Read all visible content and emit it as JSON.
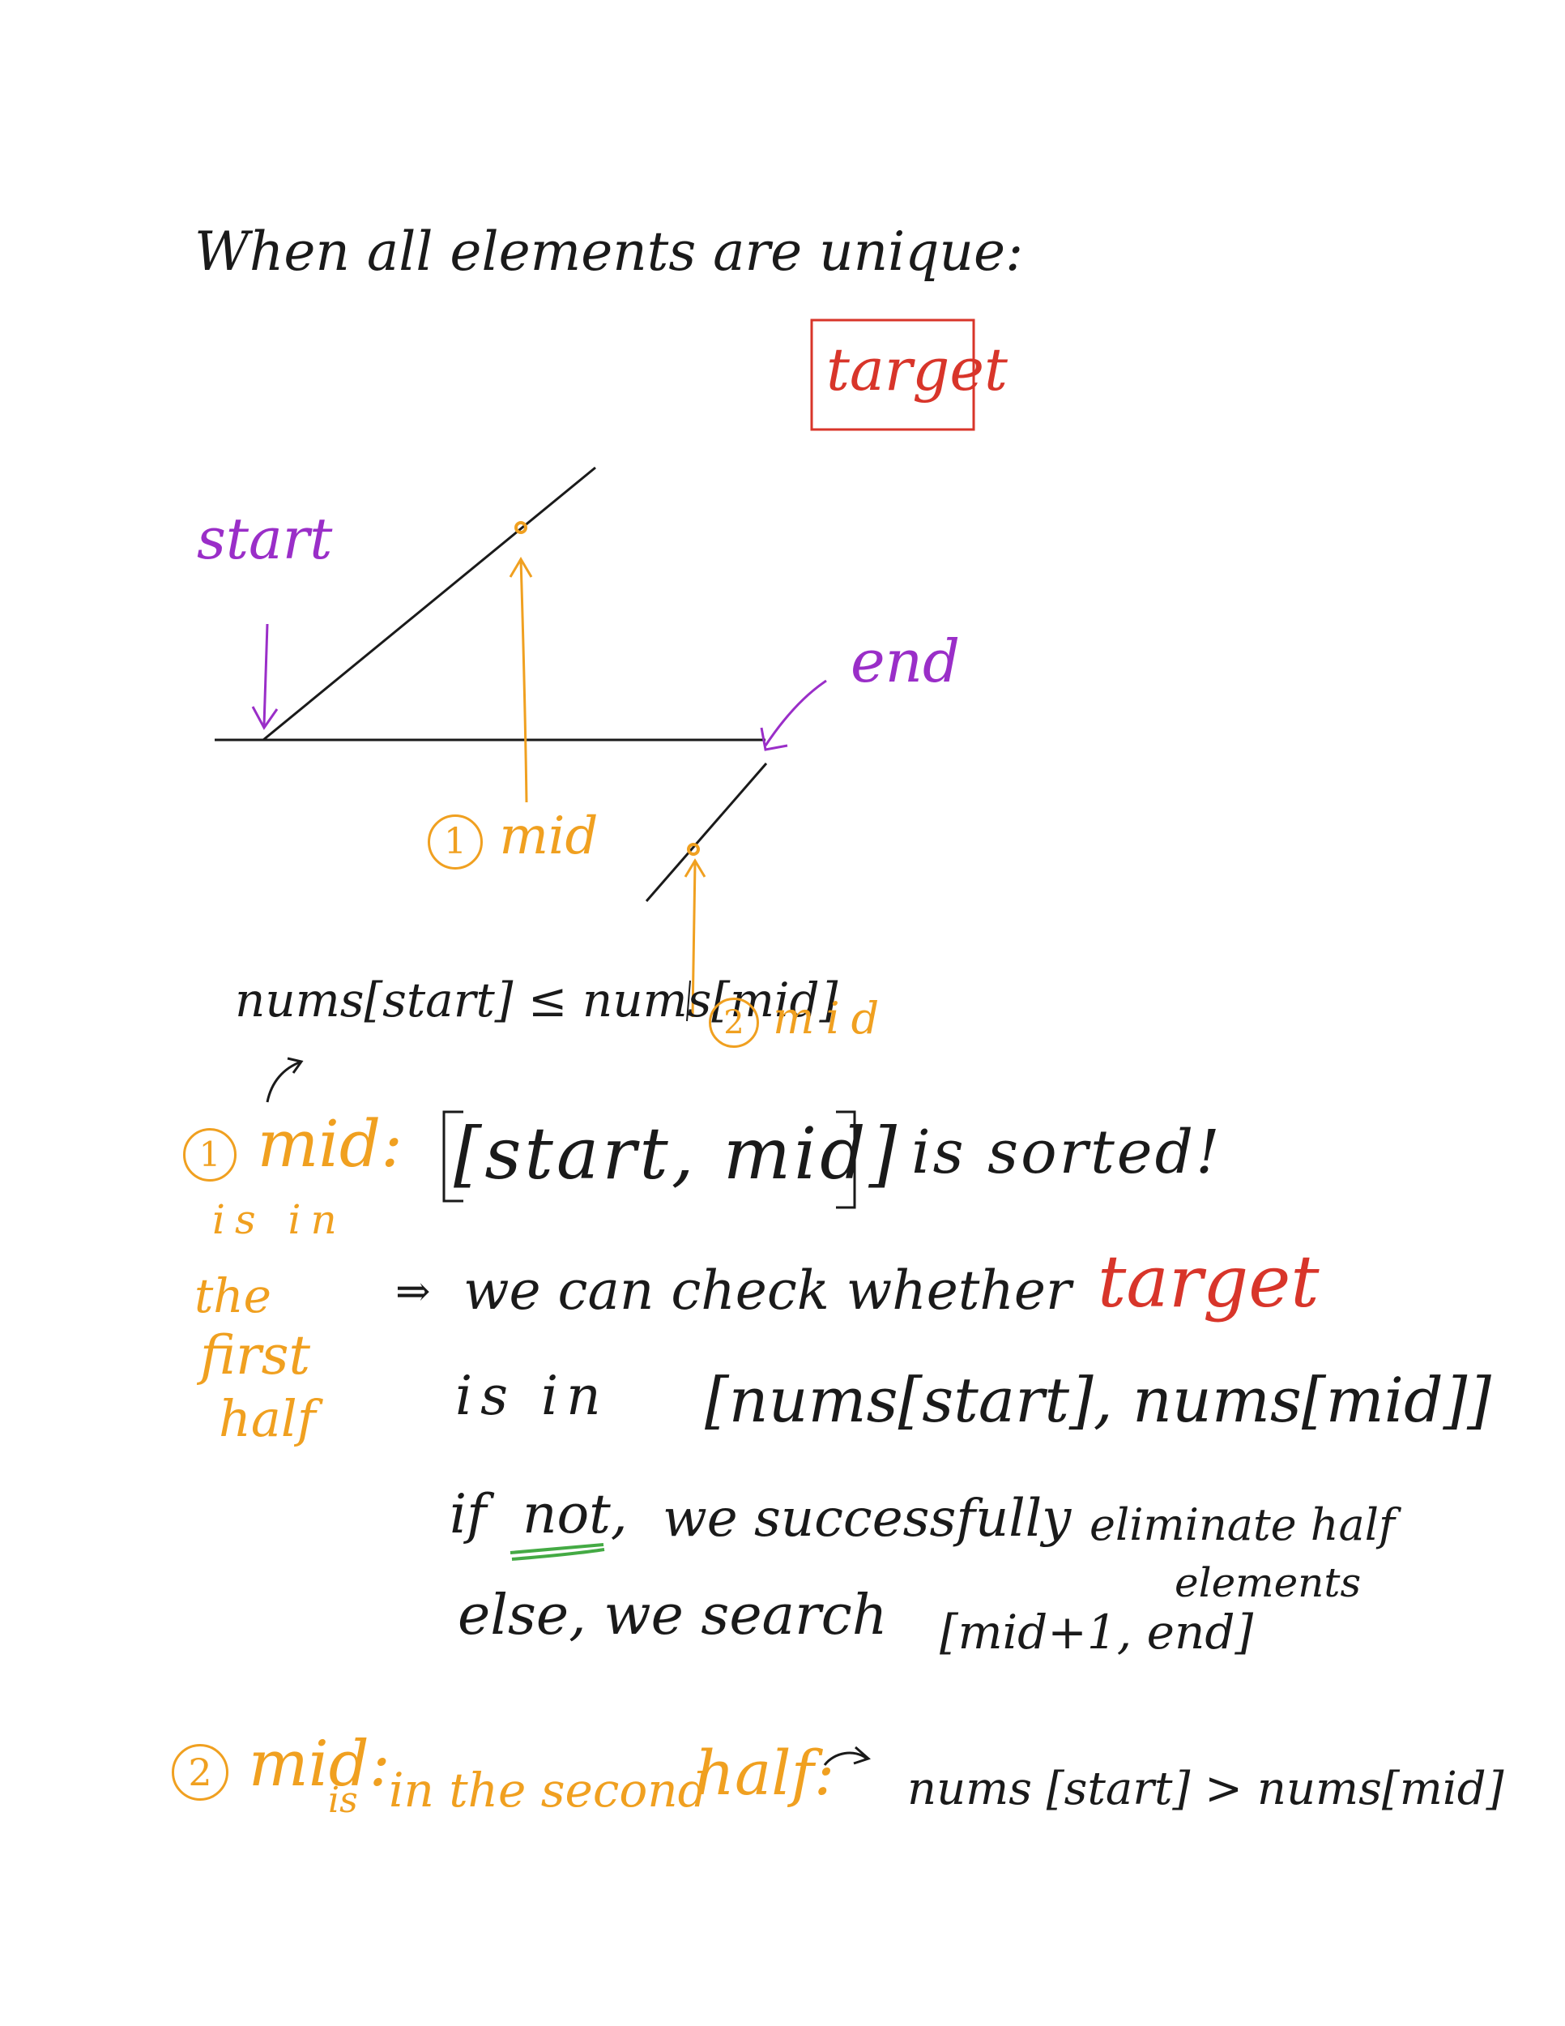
{
  "heading": "When all elements are unique:",
  "graph": {
    "target_label": "target",
    "start_label": "start",
    "end_label": "end",
    "mid1_label": "mid",
    "mid1_num": "1",
    "mid2_label": "mid",
    "mid2_num": "2",
    "condition_label": "nums[start] ≤ nums[mid]"
  },
  "case1": {
    "num": "1",
    "mid_label": "mid:",
    "side_note": [
      "is in",
      "the",
      "first",
      "half"
    ],
    "range": "[start, mid]",
    "sorted_text": "is sorted!",
    "arrow": "⇒",
    "check_text": "we can check whether",
    "target_word": "target",
    "is_in": "is in",
    "interval": "[nums[start], nums[mid]]",
    "if_word": "if",
    "not_word": "not,",
    "eliminate_text": "we successfully",
    "eliminate_half": "eliminate half",
    "elements": "elements",
    "else_text": "else, we search",
    "else_range": "[mid+1, end]"
  },
  "case2": {
    "num": "2",
    "mid_label": "mid:",
    "is_text": "is",
    "second_half": "in the second",
    "half": "half:",
    "condition": "nums [start] > nums[mid]"
  },
  "colors": {
    "black": "#1a1a1a",
    "orange": "#f0a020",
    "red": "#d8352a",
    "purple": "#9a2ec8",
    "green": "#44aa44"
  }
}
